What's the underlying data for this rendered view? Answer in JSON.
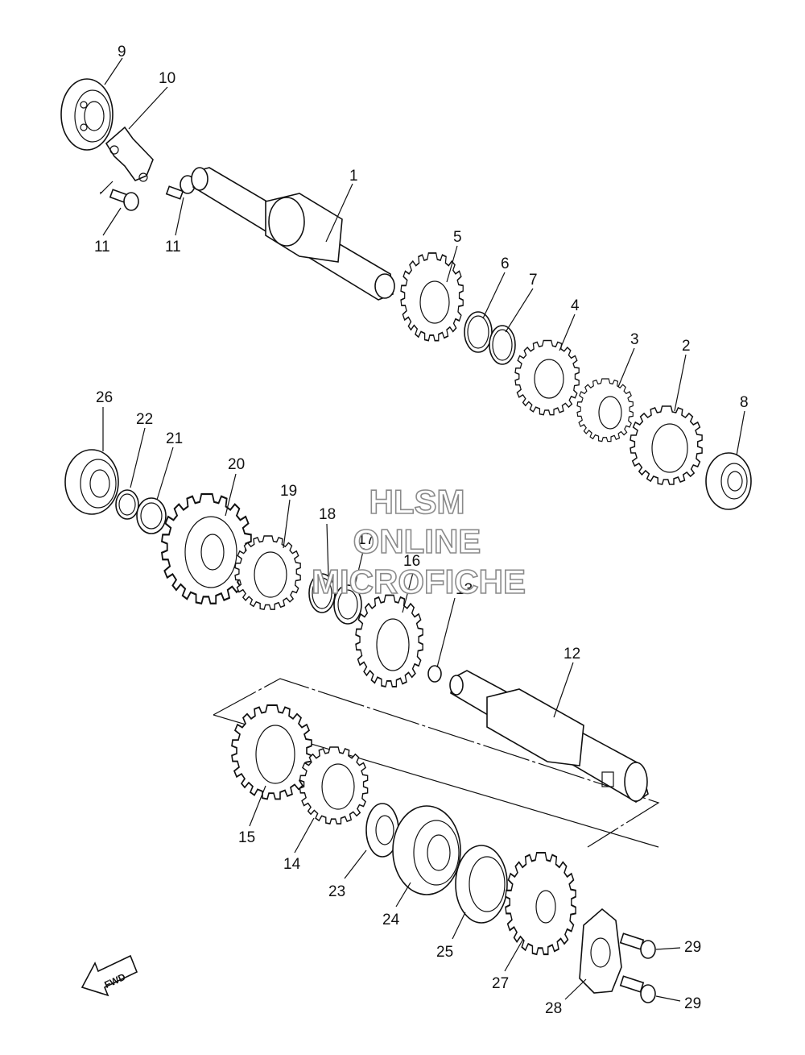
{
  "callouts": [
    {
      "id": "9",
      "text": "9"
    },
    {
      "id": "10",
      "text": "10"
    },
    {
      "id": "11a",
      "text": "11"
    },
    {
      "id": "11b",
      "text": "11"
    },
    {
      "id": "1",
      "text": "1"
    },
    {
      "id": "5",
      "text": "5"
    },
    {
      "id": "6",
      "text": "6"
    },
    {
      "id": "7",
      "text": "7"
    },
    {
      "id": "4",
      "text": "4"
    },
    {
      "id": "3",
      "text": "3"
    },
    {
      "id": "2",
      "text": "2"
    },
    {
      "id": "8",
      "text": "8"
    },
    {
      "id": "26",
      "text": "26"
    },
    {
      "id": "22",
      "text": "22"
    },
    {
      "id": "21",
      "text": "21"
    },
    {
      "id": "20",
      "text": "20"
    },
    {
      "id": "19",
      "text": "19"
    },
    {
      "id": "18",
      "text": "18"
    },
    {
      "id": "17",
      "text": "17"
    },
    {
      "id": "16",
      "text": "16"
    },
    {
      "id": "13",
      "text": "13"
    },
    {
      "id": "12",
      "text": "12"
    },
    {
      "id": "15",
      "text": "15"
    },
    {
      "id": "14",
      "text": "14"
    },
    {
      "id": "23",
      "text": "23"
    },
    {
      "id": "24",
      "text": "24"
    },
    {
      "id": "25",
      "text": "25"
    },
    {
      "id": "27",
      "text": "27"
    },
    {
      "id": "28",
      "text": "28"
    },
    {
      "id": "29a",
      "text": "29"
    },
    {
      "id": "29b",
      "text": "29"
    }
  ],
  "watermark": [
    "HLSM",
    "ONLINE",
    "MICROFICHE"
  ],
  "fwd_label": "FWD"
}
